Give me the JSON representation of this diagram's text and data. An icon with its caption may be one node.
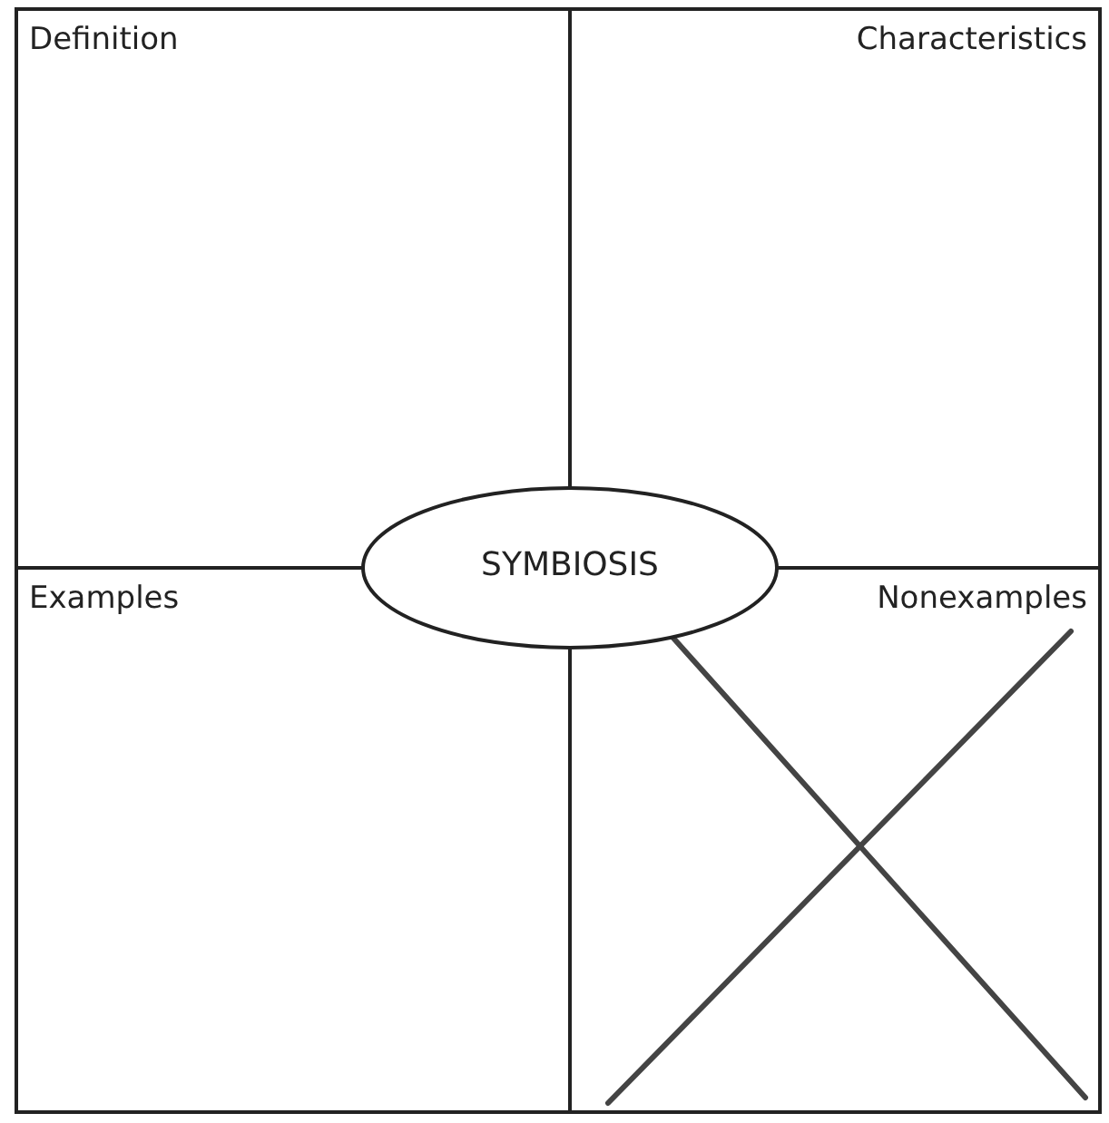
{
  "diagram": {
    "nodes": [
      {
        "text": [
          "Definition"
        ]
      },
      {
        "text": [
          "Characteristics"
        ]
      },
      {
        "text": [
          "Examples"
        ]
      },
      {
        "text": [
          "Nonexamples"
        ]
      },
      {
        "text": [
          "SYMBIOSIS"
        ]
      }
    ]
  }
}
